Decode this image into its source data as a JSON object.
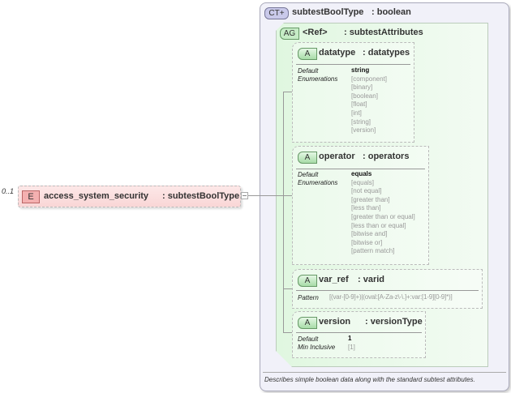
{
  "element": {
    "cardinality": "0..1",
    "badge": "E",
    "name": "access_system_security",
    "type": ": subtestBoolType"
  },
  "complex_type": {
    "badge": "CT+",
    "name": "subtestBoolType",
    "base": ": boolean",
    "description": "Describes simple boolean data along with the standard subtest attributes."
  },
  "attribute_group": {
    "badge": "AG",
    "name": "<Ref>",
    "ref": ": subtestAttributes"
  },
  "attributes": [
    {
      "badge": "A",
      "name": "datatype",
      "type": ": datatypes",
      "props": [
        {
          "key": "Default",
          "value": "string"
        },
        {
          "key": "Enumerations",
          "values": [
            "[component]",
            "[binary]",
            "[boolean]",
            "[float]",
            "[int]",
            "[string]",
            "[version]"
          ]
        }
      ]
    },
    {
      "badge": "A",
      "name": "operator",
      "type": ": operators",
      "props": [
        {
          "key": "Default",
          "value": "equals"
        },
        {
          "key": "Enumerations",
          "values": [
            "[equals]",
            "[not equal]",
            "[greater than]",
            "[less than]",
            "[greater than or equal]",
            "[less than or equal]",
            "[bitwise and]",
            "[bitwise or]",
            "[pattern match]"
          ]
        }
      ]
    },
    {
      "badge": "A",
      "name": "var_ref",
      "type": ": varid",
      "props": [
        {
          "key": "Pattern",
          "value": "[(var-[0-9]+)|(oval:[A-Za-z\\-\\.]+:var:[1-9][0-9]*)]"
        }
      ]
    },
    {
      "badge": "A",
      "name": "version",
      "type": ": versionType",
      "props": [
        {
          "key": "Default",
          "value": "1"
        },
        {
          "key": "Min Inclusive",
          "value": "[1]"
        }
      ]
    }
  ],
  "colors": {
    "element": "#f9d6d6",
    "complex_type": "#f1f1f9",
    "attribute_group": "#e0f7e0"
  }
}
